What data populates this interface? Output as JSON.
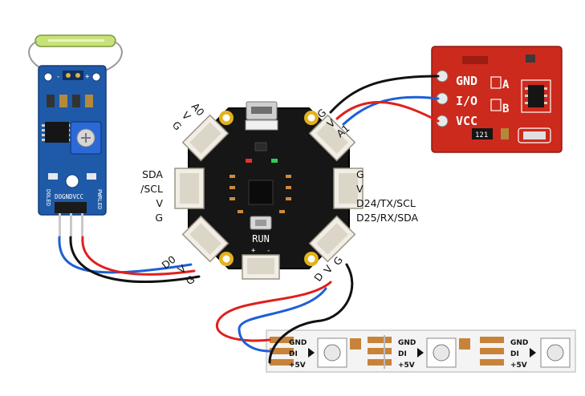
{
  "controller": {
    "button_label": "RUN",
    "top_left_port": [
      "A0",
      "V",
      "G"
    ],
    "left_port": [
      "SDA",
      "/SCL",
      "V",
      "G"
    ],
    "right_port": [
      "G",
      "V",
      "D24/TX/SCL",
      "D25/RX/SDA"
    ],
    "top_right_port": [
      "G",
      "V",
      "A1"
    ],
    "bottom_left_port": [
      "D0",
      "V",
      "G"
    ],
    "bottom_right_port": [
      "D",
      "V",
      "G"
    ]
  },
  "reed_sensor": {
    "jumper_marks": [
      "-",
      "+"
    ],
    "pin_labels": "DOGNDVCC",
    "led_labels": [
      "DOLED",
      "PWRLED"
    ]
  },
  "touch_sensor": {
    "labels": [
      "GND",
      "I/O",
      "VCC"
    ],
    "jumpers": [
      "A",
      "B"
    ],
    "resistor_code": "121"
  },
  "led_strip": {
    "pads": [
      "GND",
      "DI",
      "+5V"
    ]
  },
  "colors": {
    "board": "#161616",
    "sensor_pcb": "#1e5aa8",
    "touch_pcb": "#cc2a1c",
    "wire_red": "#e0201c",
    "wire_blue": "#1d5fd6",
    "wire_black": "#111111"
  }
}
